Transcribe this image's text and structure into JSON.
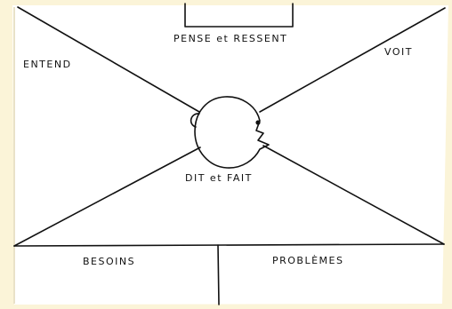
{
  "diagram": {
    "type": "empathy-map",
    "labels": {
      "thinks_feels": "PENSE et RESSENT",
      "hears": "ENTEND",
      "sees": "VOIT",
      "says_does": "DIT et FAIT",
      "needs": "BESOINS",
      "problems": "PROBLÈMES"
    },
    "colors": {
      "background": "#fbf4d8",
      "paper": "#ffffff",
      "ink": "#111111"
    }
  }
}
